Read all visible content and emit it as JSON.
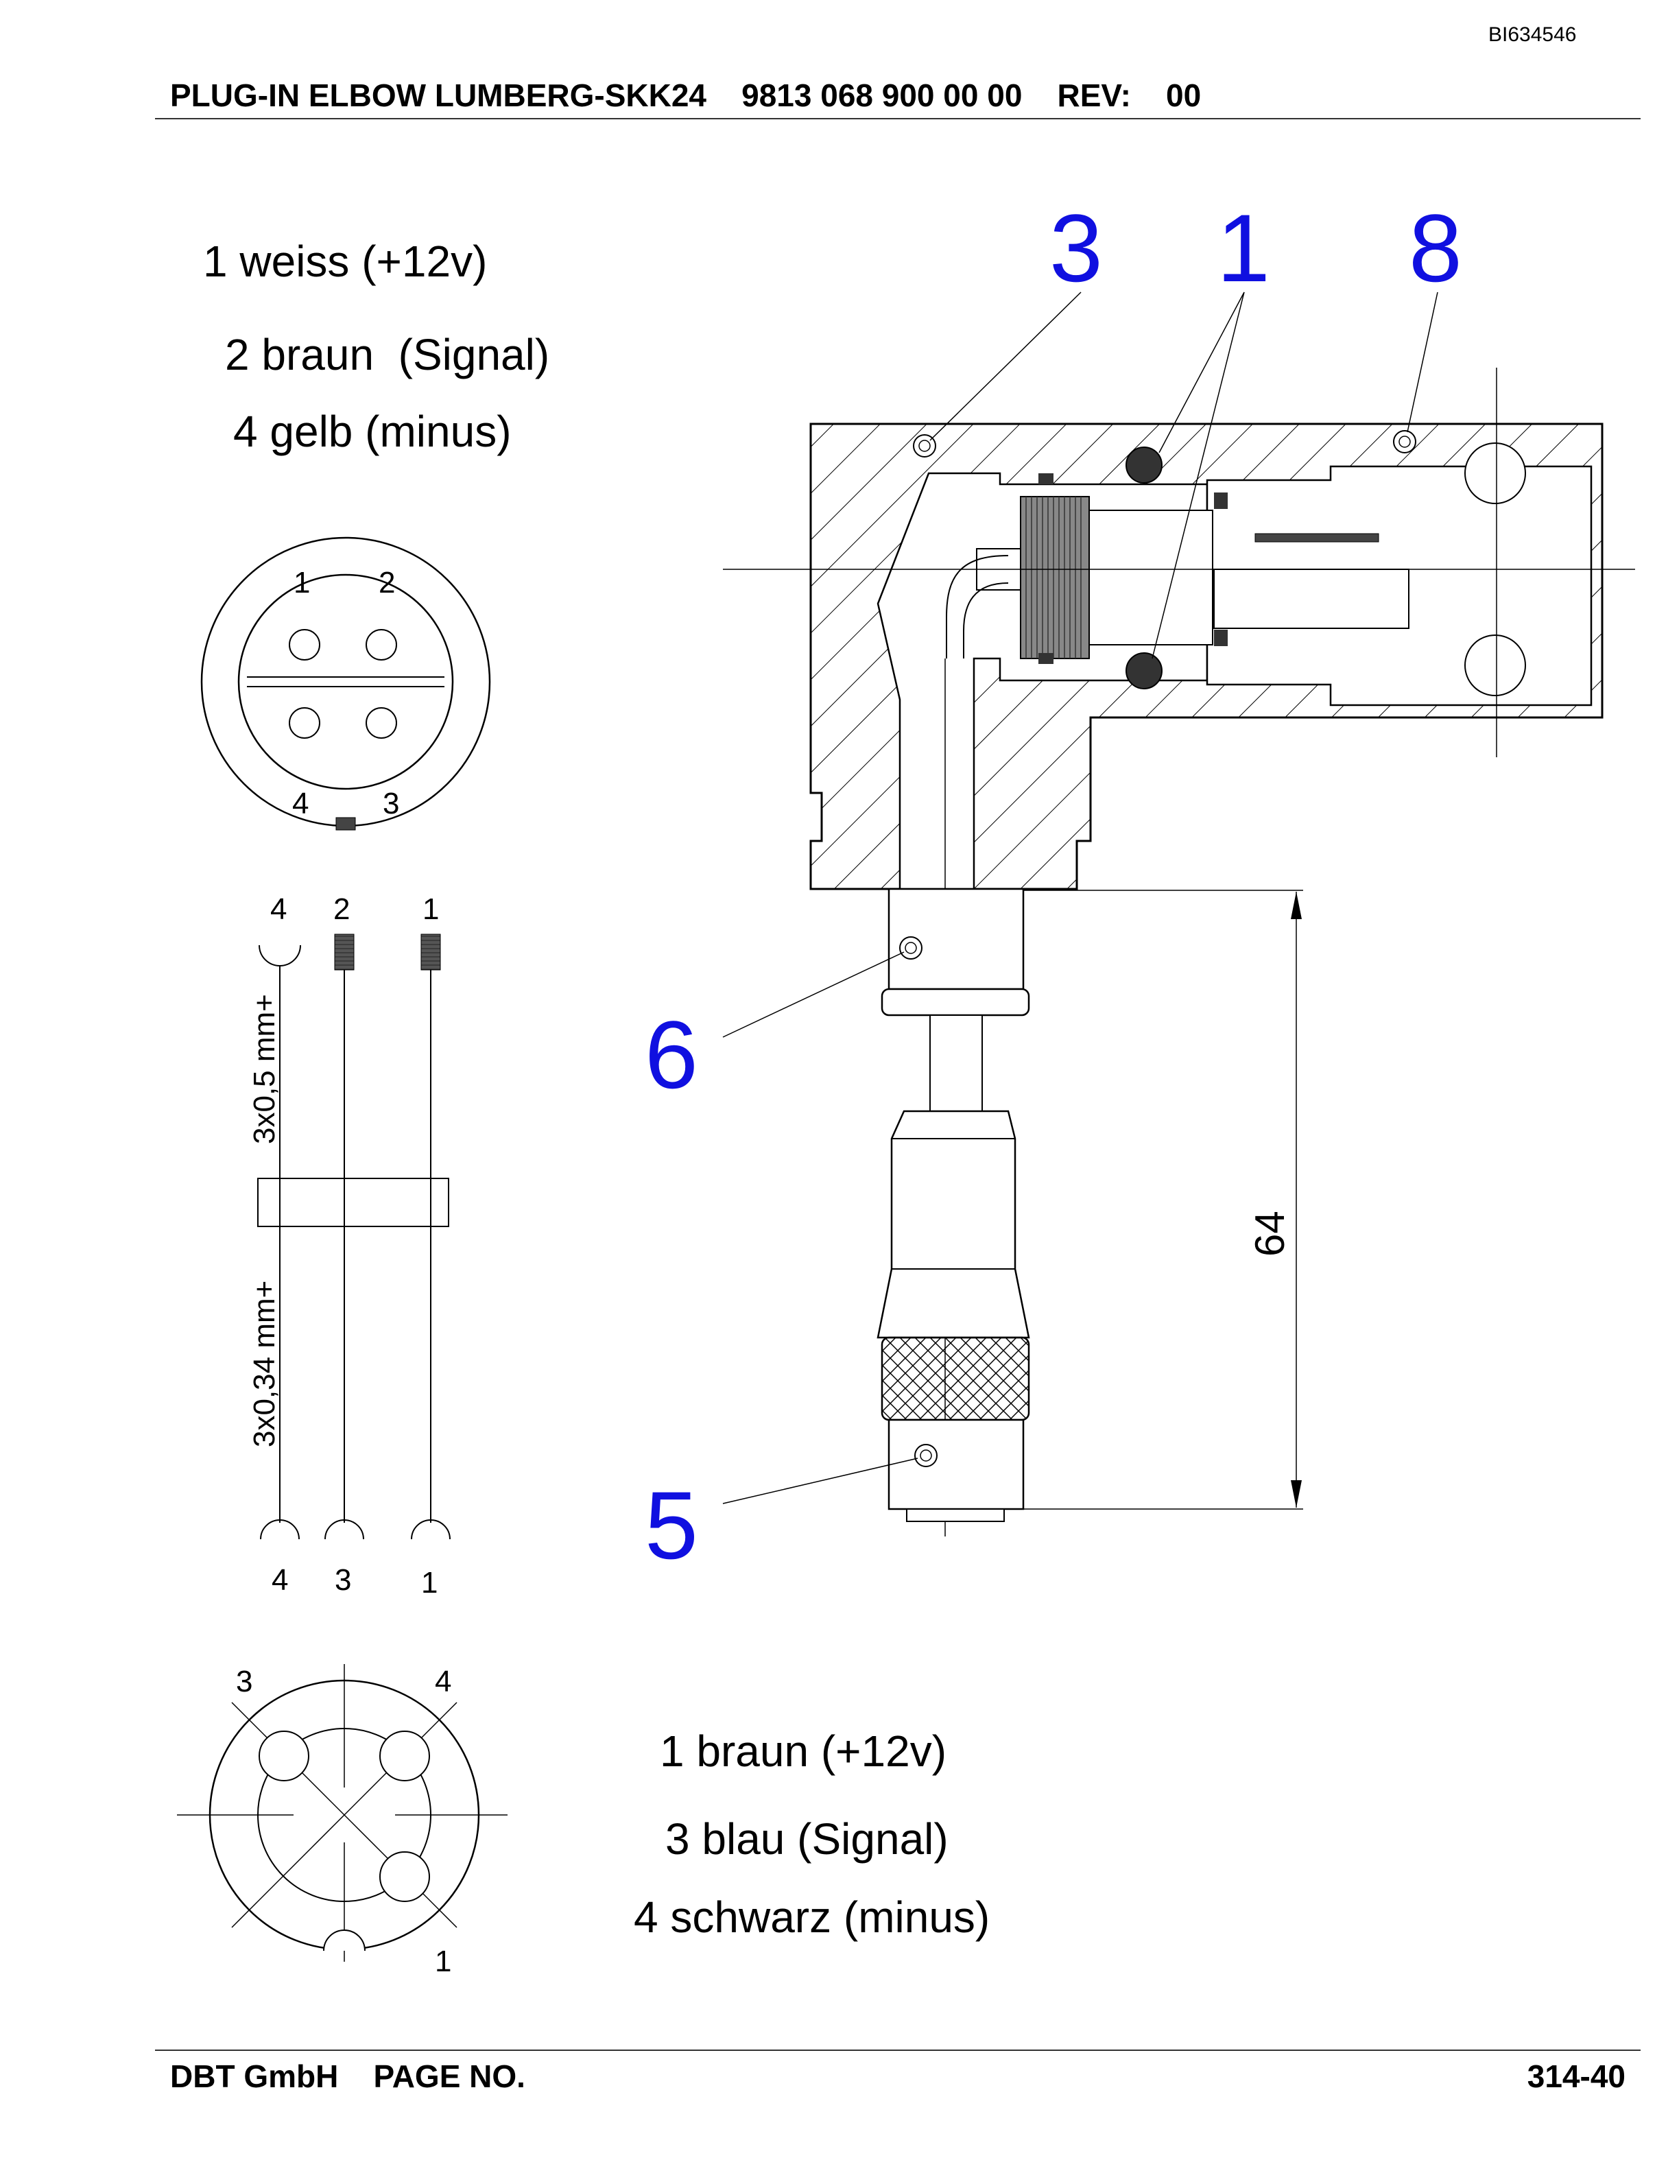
{
  "doc_id": "BI634546",
  "header": {
    "title": "PLUG-IN ELBOW LUMBERG-SKK24    9813 068 900 00 00    REV:    00"
  },
  "top_wires": [
    {
      "text": "1 weiss (+12v)"
    },
    {
      "text": "2 braun  (Signal)"
    },
    {
      "text": "4 gelb (minus)"
    }
  ],
  "bottom_wires": [
    {
      "text": "1 braun (+12v)"
    },
    {
      "text": "3 blau (Signal)"
    },
    {
      "text": "4 schwarz (minus)"
    }
  ],
  "callouts": [
    "3",
    "1",
    "8",
    "6",
    "5"
  ],
  "top_connector_pins": [
    "1",
    "2",
    "4",
    "3"
  ],
  "cable_top_pins": [
    "4",
    "2",
    "1"
  ],
  "cable_bottom_pins": [
    "4",
    "3",
    "1"
  ],
  "cable_labels": {
    "upper": "3x0,5 mm+",
    "lower": "3x0,34 mm+"
  },
  "bottom_connector_pins": [
    "3",
    "4",
    "1"
  ],
  "dimension": "64",
  "footer": {
    "left": "DBT GmbH    PAGE NO.",
    "page": "314-40"
  },
  "colors": {
    "callout": "#1010e0",
    "line": "#000000"
  }
}
